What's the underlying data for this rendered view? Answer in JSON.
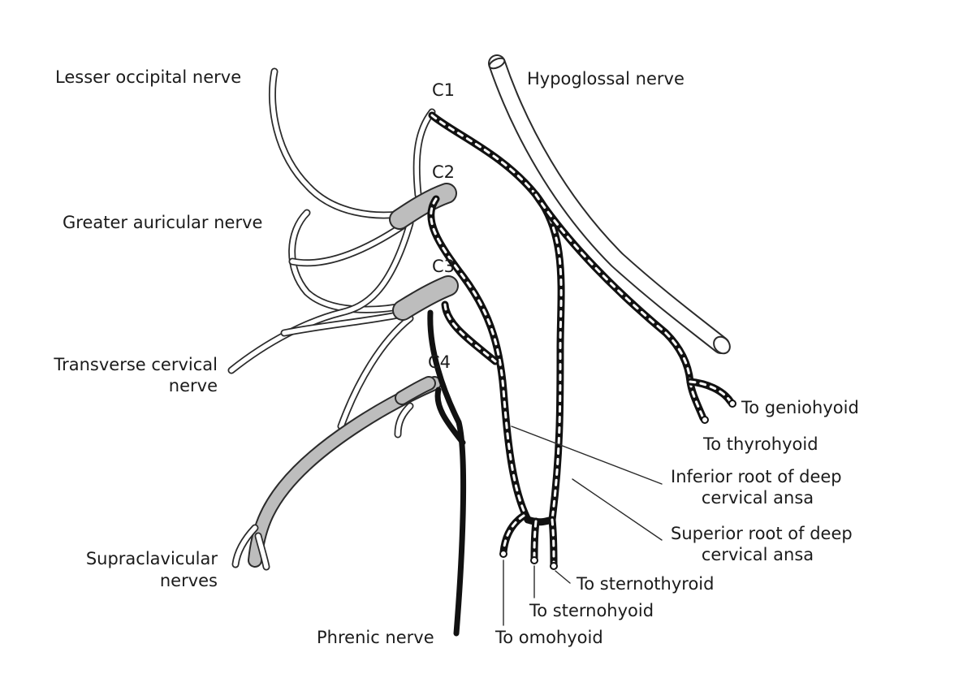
{
  "labels": {
    "lesser_occipital": "Lesser occipital nerve",
    "hypoglossal": "Hypoglossal nerve",
    "c1": "C1",
    "c2": "C2",
    "c3": "C3",
    "c4": "C4",
    "greater_auricular": "Greater auricular nerve",
    "transverse_cervical_1": "Transverse cervical",
    "transverse_cervical_2": "nerve",
    "to_geniohyoid": "To geniohyoid",
    "to_thyrohyoid": "To thyrohyoid",
    "inferior_root_1": "Inferior root of deep",
    "inferior_root_2": "cervical ansa",
    "superior_root_1": "Superior root of deep",
    "superior_root_2": "cervical ansa",
    "supraclavicular_1": "Supraclavicular",
    "supraclavicular_2": "nerves",
    "to_sternothyroid": "To sternothyroid",
    "to_sternohyoid": "To sternohyoid",
    "phrenic": "Phrenic nerve",
    "to_omohyoid": "To omohyoid"
  },
  "colors": {
    "outline": "#2b2b2b",
    "grey_fill": "#bdbdbd",
    "dark_nerve": "#111111",
    "dash": "#ffffff"
  }
}
